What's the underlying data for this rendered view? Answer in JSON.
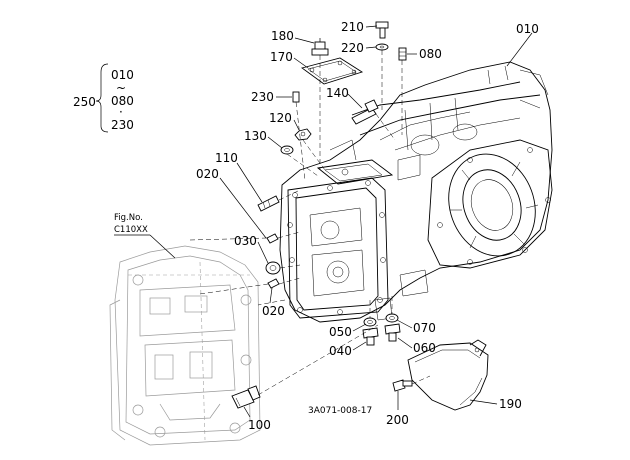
{
  "callouts": {
    "c010": "010",
    "c020a": "020",
    "c020b": "020",
    "c030": "030",
    "c040": "040",
    "c050": "050",
    "c060": "060",
    "c070": "070",
    "c080": "080",
    "c100": "100",
    "c110": "110",
    "c120": "120",
    "c130": "130",
    "c140": "140",
    "c170": "170",
    "c180": "180",
    "c190": "190",
    "c200": "200",
    "c210": "210",
    "c220": "220",
    "c230": "230"
  },
  "assembly": {
    "number": "250",
    "range_top": "010",
    "tilde": "~",
    "range_mid": "080",
    "dot": "·",
    "range_bottom": "230"
  },
  "fig_ref": {
    "line1": "Fig.No.",
    "line2": "C110XX"
  },
  "diagram_code": "3A071-008-17"
}
